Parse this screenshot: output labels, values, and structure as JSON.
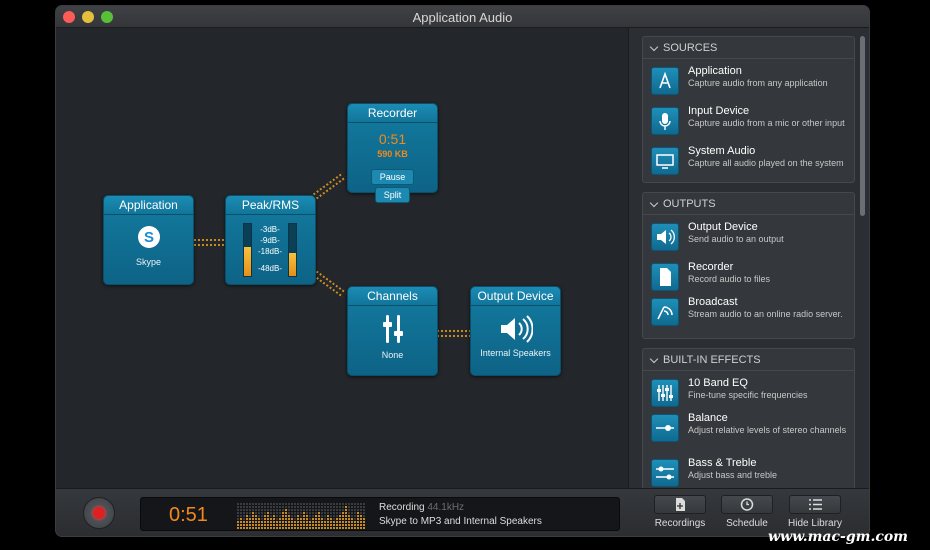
{
  "window": {
    "title": "Application Audio"
  },
  "nodes": {
    "application": {
      "title": "Application",
      "name": "Skype"
    },
    "peak": {
      "title": "Peak/RMS",
      "levels": [
        "-3dB-",
        "-9dB-",
        "-18dB-",
        "-48dB-"
      ],
      "left_level": 0.55,
      "right_level": 0.45
    },
    "recorder": {
      "title": "Recorder",
      "time": "0:51",
      "size": "590 KB",
      "pause_label": "Pause",
      "split_label": "Split"
    },
    "channels": {
      "title": "Channels",
      "value": "None"
    },
    "output": {
      "title": "Output Device",
      "value": "Internal Speakers"
    }
  },
  "library": {
    "sources": {
      "header": "SOURCES",
      "items": [
        {
          "title": "Application",
          "desc": "Capture audio from any application",
          "icon": "app-icon"
        },
        {
          "title": "Input Device",
          "desc": "Capture audio from a mic or other input",
          "icon": "mic-icon"
        },
        {
          "title": "System Audio",
          "desc": "Capture all audio played on the system",
          "icon": "monitor-icon"
        }
      ]
    },
    "outputs": {
      "header": "OUTPUTS",
      "items": [
        {
          "title": "Output Device",
          "desc": "Send audio to an output",
          "icon": "speaker-icon"
        },
        {
          "title": "Recorder",
          "desc": "Record audio to files",
          "icon": "file-icon"
        },
        {
          "title": "Broadcast",
          "desc": "Stream audio to an online radio server.",
          "icon": "broadcast-icon"
        }
      ]
    },
    "effects": {
      "header": "BUILT-IN EFFECTS",
      "items": [
        {
          "title": "10 Band EQ",
          "desc": "Fine-tune specific frequencies",
          "icon": "eq-icon"
        },
        {
          "title": "Balance",
          "desc": "Adjust relative levels of stereo channels",
          "icon": "balance-icon"
        },
        {
          "title": "Bass & Treble",
          "desc": "Adjust bass and treble",
          "icon": "bass-treble-icon"
        }
      ]
    }
  },
  "bottom": {
    "time": "0:51",
    "status": "Recording",
    "rate": "44.1kHz",
    "description": "Skype to MP3 and Internal Speakers",
    "recordings_label": "Recordings",
    "schedule_label": "Schedule",
    "hide_library_label": "Hide Library"
  },
  "watermark": "www.mac-gm.com",
  "colors": {
    "accent": "#137ba0",
    "connector": "#c98a22",
    "lcd_orange": "#f3891a",
    "record_red": "#e02020"
  }
}
